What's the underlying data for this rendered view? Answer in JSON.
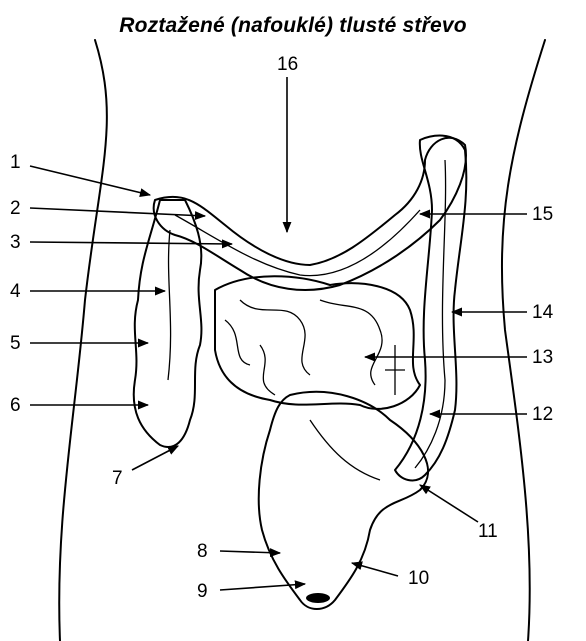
{
  "title": "Roztažené (nafouklé) tlusté střevo",
  "labels": [
    "1",
    "2",
    "3",
    "4",
    "5",
    "6",
    "7",
    "8",
    "9",
    "10",
    "11",
    "12",
    "13",
    "14",
    "15",
    "16"
  ]
}
